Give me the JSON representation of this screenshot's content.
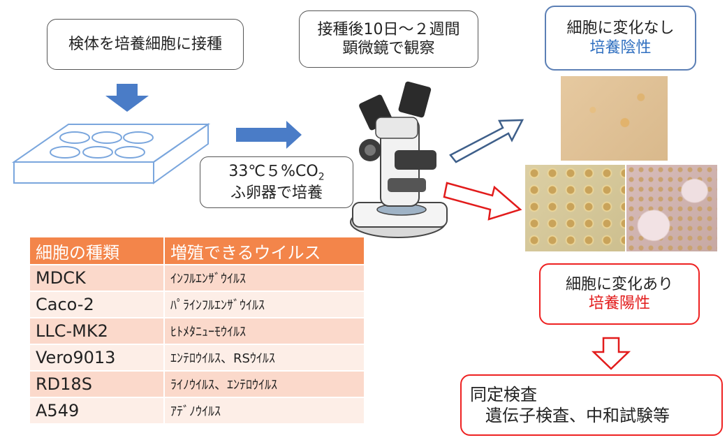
{
  "step1": {
    "label": "検体を培養細胞に接種"
  },
  "step2": {
    "line1": "接種後10日～２週間",
    "line2": "顕微鏡で観察"
  },
  "incubation": {
    "temp_co2": "33℃５%CO",
    "subscript": "2",
    "device": "ふ卵器で培養"
  },
  "negative": {
    "line1": "細胞に変化なし",
    "line2": "培養陰性"
  },
  "positive": {
    "line1": "細胞に変化あり",
    "line2": "培養陽性"
  },
  "identification": {
    "line1": "同定検査",
    "line2": "遺伝子検査、中和試験等"
  },
  "table": {
    "headers": [
      "細胞の種類",
      "増殖できるウイルス"
    ],
    "rows": [
      {
        "cell": "MDCK",
        "virus": "ｲﾝﾌﾙｴﾝｻﾞｳｲﾙｽ"
      },
      {
        "cell": "Caco-2",
        "virus": "ﾊﾟﾗｲﾝﾌﾙｴﾝｻﾞｳｲﾙｽ"
      },
      {
        "cell": "LLC-MK2",
        "virus": "ﾋﾄﾒﾀﾆｭｰﾓｳｲﾙｽ"
      },
      {
        "cell": "Vero9013",
        "virus": "ｴﾝﾃﾛｳｲﾙｽ、RSｳｲﾙｽ"
      },
      {
        "cell": "RD18S",
        "virus": "ﾗｲﾉｳｲﾙｽ、ｴﾝﾃﾛｳｲﾙｽ"
      },
      {
        "cell": "A549",
        "virus": "ｱﾃﾞﾉｳｲﾙｽ"
      }
    ]
  },
  "colors": {
    "arrow_blue": "#4a7cc7",
    "box_blue": "#5b7fb5",
    "alert_red": "#e21b1b",
    "table_header": "#f3854a"
  }
}
